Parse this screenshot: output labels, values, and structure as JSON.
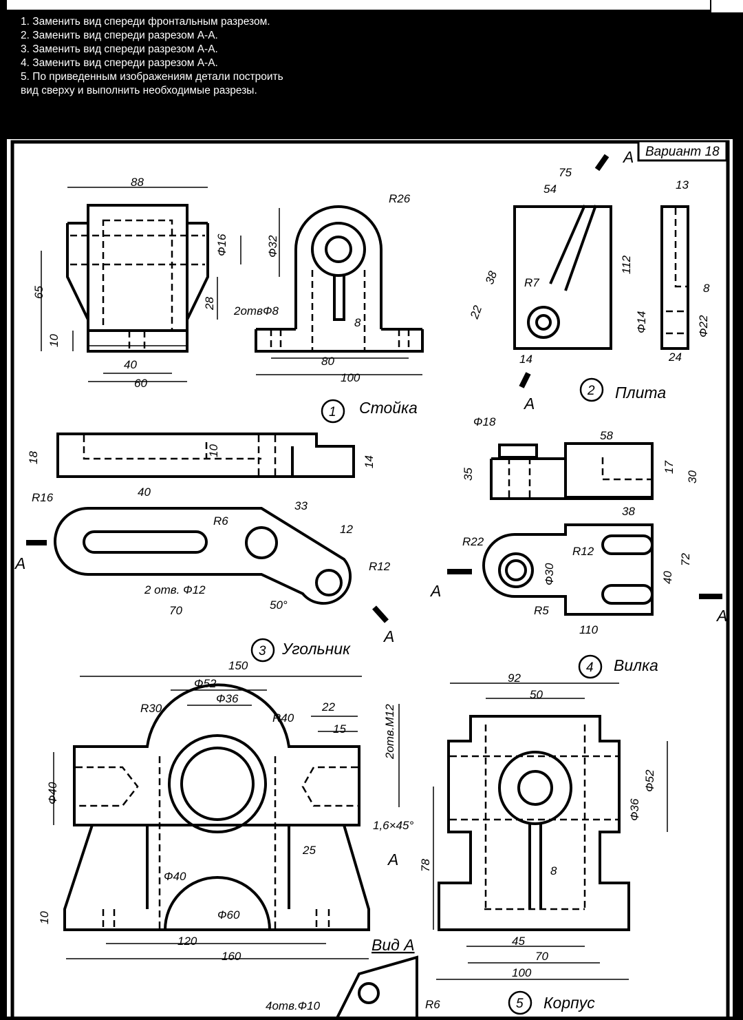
{
  "tasks": [
    "1. Заменить вид спереди фронтальным разрезом.",
    "2. Заменить вид спереди разрезом А-А.",
    "3. Заменить вид спереди разрезом А-А.",
    "4. Заменить вид спереди разрезом А-А.",
    "5. По приведенным изображениям детали построить вид сверху и выполнить необходимые разрезы."
  ],
  "drawing": {
    "variant": "Вариант 18",
    "section_letter": "A",
    "parts": [
      {
        "number": "1",
        "name": "Стойка"
      },
      {
        "number": "2",
        "name": "Плита"
      },
      {
        "number": "3",
        "name": "Угольник"
      },
      {
        "number": "4",
        "name": "Вилка"
      },
      {
        "number": "5",
        "name": "Корпус"
      }
    ],
    "view_a": "Вид А",
    "dims": {
      "p1": [
        "88",
        "65",
        "10",
        "40",
        "60",
        "Ф16",
        "28",
        "R26",
        "Ф32",
        "2отвФ8",
        "8",
        "80",
        "100"
      ],
      "p2": [
        "75",
        "54",
        "13",
        "38",
        "R7",
        "22",
        "Ф14",
        "112",
        "8",
        "Ф22",
        "14",
        "24"
      ],
      "p3": [
        "18",
        "10",
        "14",
        "R16",
        "40",
        "R6",
        "33",
        "12",
        "R12",
        "2отв. Ф12",
        "70",
        "50°"
      ],
      "p4": [
        "Ф18",
        "58",
        "35",
        "17",
        "30",
        "38",
        "R22",
        "R12",
        "Ф30",
        "40",
        "72",
        "R5",
        "110"
      ],
      "p5": [
        "150",
        "Ф52",
        "Ф36",
        "R30",
        "R40",
        "22",
        "15",
        "2отв.М12",
        "Ф40",
        "1,6×45°",
        "25",
        "78",
        "Ф40",
        "Ф60",
        "10",
        "120",
        "160",
        "92",
        "50",
        "Ф52",
        "Ф36",
        "8",
        "45",
        "70",
        "100",
        "4отв.Ф10",
        "R6"
      ]
    }
  }
}
